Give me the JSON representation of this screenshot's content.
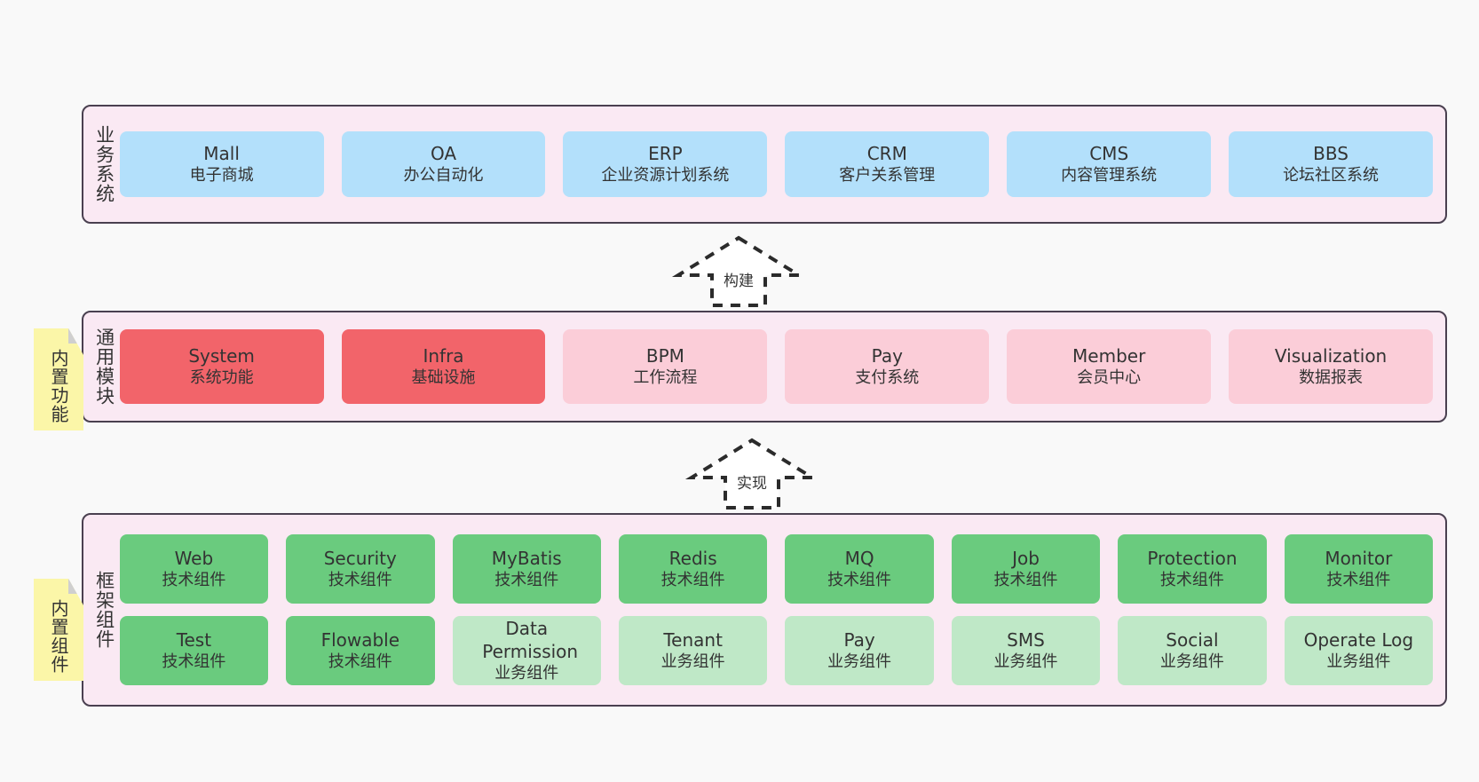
{
  "diagram": {
    "title": "",
    "background": "#f9f9f9",
    "colors": {
      "layer_bg": "#fae9f3",
      "layer_border": "#4a4050",
      "business": "#b3e0fb",
      "module_core": "#f2646a",
      "module_optional": "#fbcdd8",
      "tech_component": "#6acb7e",
      "biz_component": "#bfe8c7",
      "note": "#fbf6a8",
      "note_fold": "#cfcfcf",
      "text": "#333333"
    }
  },
  "layers": {
    "business": {
      "caption": "业务系统",
      "cards": [
        {
          "en": "Mall",
          "cn": "电子商城"
        },
        {
          "en": "OA",
          "cn": "办公自动化"
        },
        {
          "en": "ERP",
          "cn": "企业资源计划系统"
        },
        {
          "en": "CRM",
          "cn": "客户关系管理"
        },
        {
          "en": "CMS",
          "cn": "内容管理系统"
        },
        {
          "en": "BBS",
          "cn": "论坛社区系统"
        }
      ]
    },
    "modules": {
      "caption": "通用模块",
      "note": "内置功能",
      "cards": [
        {
          "en": "System",
          "cn": "系统功能",
          "style": "red"
        },
        {
          "en": "Infra",
          "cn": "基础设施",
          "style": "red"
        },
        {
          "en": "BPM",
          "cn": "工作流程",
          "style": "pink"
        },
        {
          "en": "Pay",
          "cn": "支付系统",
          "style": "pink"
        },
        {
          "en": "Member",
          "cn": "会员中心",
          "style": "pink"
        },
        {
          "en": "Visualization",
          "cn": "数据报表",
          "style": "pink"
        }
      ]
    },
    "framework": {
      "caption": "框架组件",
      "note": "内置组件",
      "row1": [
        {
          "en": "Web",
          "cn": "技术组件",
          "style": "green"
        },
        {
          "en": "Security",
          "cn": "技术组件",
          "style": "green"
        },
        {
          "en": "MyBatis",
          "cn": "技术组件",
          "style": "green"
        },
        {
          "en": "Redis",
          "cn": "技术组件",
          "style": "green"
        },
        {
          "en": "MQ",
          "cn": "技术组件",
          "style": "green"
        },
        {
          "en": "Job",
          "cn": "技术组件",
          "style": "green"
        },
        {
          "en": "Protection",
          "cn": "技术组件",
          "style": "green"
        },
        {
          "en": "Monitor",
          "cn": "技术组件",
          "style": "green"
        }
      ],
      "row2": [
        {
          "en": "Test",
          "cn": "技术组件",
          "style": "green"
        },
        {
          "en": "Flowable",
          "cn": "技术组件",
          "style": "green"
        },
        {
          "en": "Data Permission",
          "cn": "业务组件",
          "style": "lightgreen"
        },
        {
          "en": "Tenant",
          "cn": "业务组件",
          "style": "lightgreen"
        },
        {
          "en": "Pay",
          "cn": "业务组件",
          "style": "lightgreen"
        },
        {
          "en": "SMS",
          "cn": "业务组件",
          "style": "lightgreen"
        },
        {
          "en": "Social",
          "cn": "业务组件",
          "style": "lightgreen"
        },
        {
          "en": "Operate Log",
          "cn": "业务组件",
          "style": "lightgreen"
        }
      ]
    }
  },
  "arrows": [
    {
      "label": "构建",
      "from": "通用模块",
      "to": "业务系统"
    },
    {
      "label": "实现",
      "from": "框架组件",
      "to": "通用模块"
    }
  ]
}
